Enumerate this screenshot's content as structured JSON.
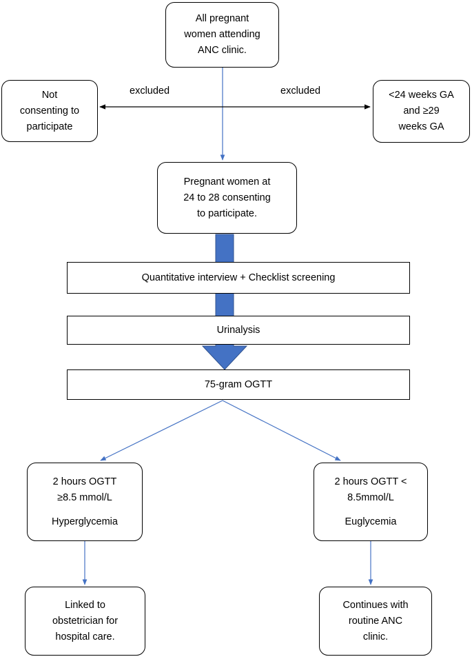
{
  "nodes": {
    "all_women": {
      "lines": [
        "All pregnant",
        "women attending",
        "ANC clinic."
      ]
    },
    "not_consenting": {
      "lines": [
        "Not",
        "consenting to",
        "participate"
      ]
    },
    "ga_excluded": {
      "lines": [
        "<24 weeks GA",
        "and ≥29",
        "weeks GA"
      ]
    },
    "eligible": {
      "lines": [
        "Pregnant women at",
        "24 to 28 consenting",
        "to participate."
      ]
    },
    "interview": {
      "text": "Quantitative interview + Checklist screening"
    },
    "urinalysis": {
      "text": "Urinalysis"
    },
    "ogtt": {
      "text": "75-gram OGTT"
    },
    "hyper": {
      "lines": [
        "2 hours OGTT",
        "≥8.5 mmol/L"
      ],
      "result": "Hyperglycemia"
    },
    "eu": {
      "lines": [
        "2 hours OGTT <",
        "8.5mmol/L"
      ],
      "result": "Euglycemia"
    },
    "obstetrician": {
      "lines": [
        "Linked to",
        "obstetrician for",
        "hospital care."
      ]
    },
    "routine": {
      "lines": [
        "Continues with",
        "routine ANC",
        "clinic."
      ]
    }
  },
  "edge_labels": {
    "left": "excluded",
    "right": "excluded"
  },
  "colors": {
    "connector": "#4472C4",
    "block_arrow": "#4472C4",
    "exclusion_arrow": "#000000",
    "border": "#000000"
  }
}
